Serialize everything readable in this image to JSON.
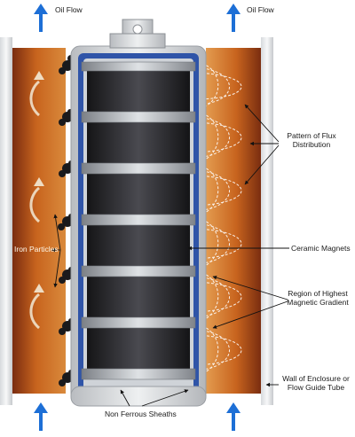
{
  "labels": {
    "oil_flow_left": "Oil Flow",
    "oil_flow_right": "Oil Flow",
    "flux_pattern": "Pattern of Flux Distribution",
    "iron_particles": "Iron Particles",
    "ceramic_magnets": "Ceramic Magnets",
    "highest_gradient": "Region of Highest Magnetic Gradient",
    "wall_enclosure": "Wall of Enclosure or Flow Guide Tube",
    "sheaths": "Non Ferrous Sheaths"
  },
  "colors": {
    "flow_arrow": "#1d6fd6",
    "oil": "#c8641e",
    "magnet": "#2a2a2e",
    "sheath": "#a8acb2",
    "liner": "#2f54a8"
  }
}
